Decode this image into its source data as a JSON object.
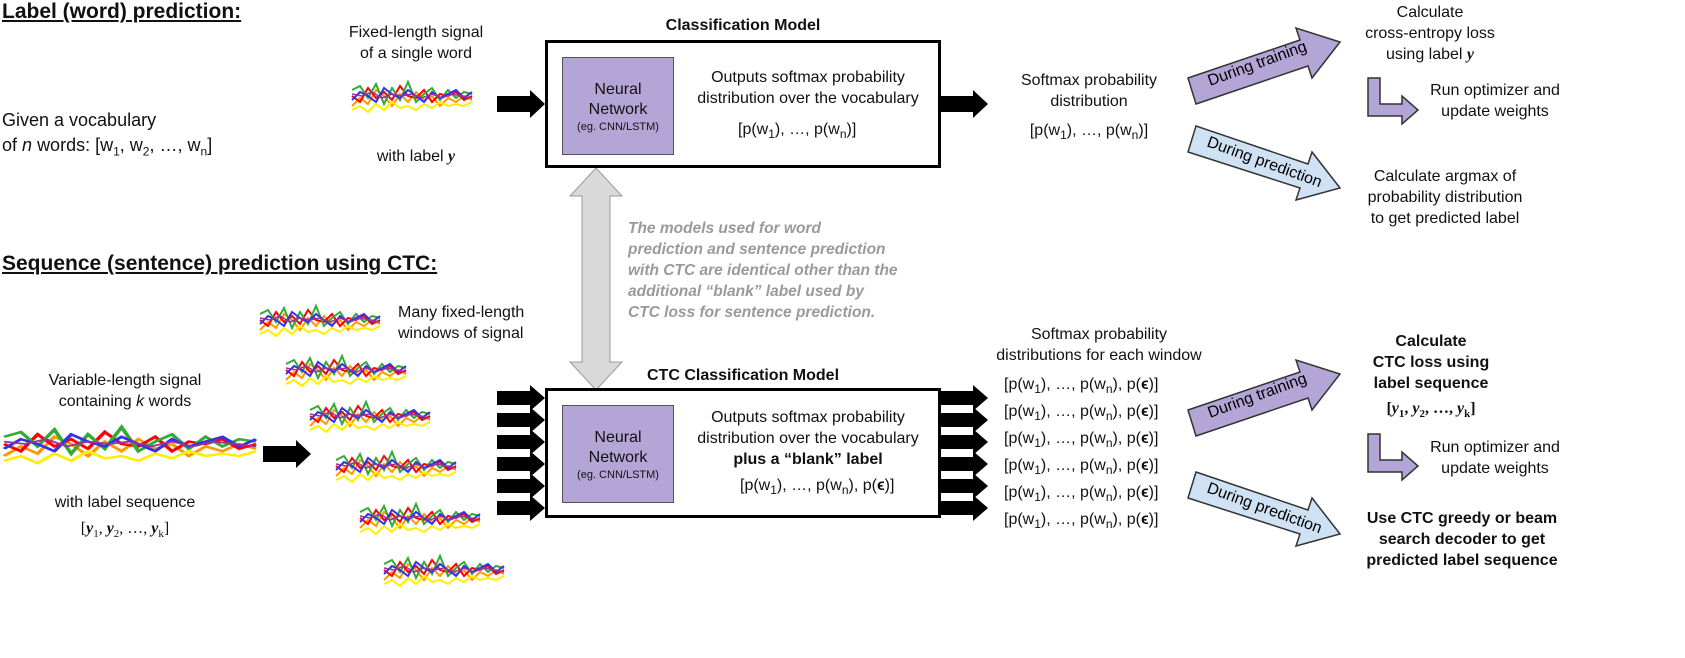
{
  "top": {
    "heading": "Label (word) prediction:",
    "vocab_line1": "Given a vocabulary",
    "vocab_line2_pre": "of",
    "vocab_line2_n": "n",
    "vocab_line2_post": "words: [w",
    "vocab_line2_rest": ", w",
    "vocab_line2_end": ", …, w",
    "vocab_close": "]",
    "sub_1": "1",
    "sub_2": "2",
    "sub_n": "n",
    "signal_line1": "Fixed-length signal",
    "signal_line2": "of a single word",
    "with_label": "with label",
    "label_var": "y",
    "model_title": "Classification Model",
    "nn_line1": "Neural",
    "nn_line2": "Network",
    "nn_small": "(eg. CNN/LSTM)",
    "outputs_line1": "Outputs softmax probability",
    "outputs_line2": "distribution over the vocabulary",
    "prob_vec_a": "[p(w",
    "prob_vec_b": "), …, p(w",
    "prob_vec_c": ")]",
    "softmax_line1": "Softmax probability",
    "softmax_line2": "distribution",
    "during_training": "During training",
    "during_prediction": "During prediction",
    "ce_line1": "Calculate",
    "ce_line2": "cross-entropy loss",
    "ce_line3": "using label",
    "opt_line1": "Run optimizer and",
    "opt_line2": "update weights",
    "argmax_line1": "Calculate argmax of",
    "argmax_line2": "probability distribution",
    "argmax_line3": "to get predicted label"
  },
  "note": {
    "line1": "The models used for word",
    "line2": "prediction and sentence prediction",
    "line3": "with CTC are identical other than the",
    "line4": "additional “blank” label used by",
    "line5": "CTC loss for sentence prediction."
  },
  "bottom": {
    "heading": "Sequence (sentence) prediction using CTC:",
    "var_line1": "Variable-length signal",
    "var_line2_pre": "containing",
    "var_k": "k",
    "var_line2_post": "words",
    "with_label_seq": "with label sequence",
    "windows_line1": "Many fixed-length",
    "windows_line2": "windows of signal",
    "model_title": "CTC Classification Model",
    "nn_line1": "Neural",
    "nn_line2": "Network",
    "nn_small": "(eg. CNN/LSTM)",
    "outputs_line1": "Outputs softmax probability",
    "outputs_line2": "distribution over the vocabulary",
    "outputs_line3": "plus a “blank” label",
    "prob_vec_a": "[p(w",
    "prob_vec_b": "), …, p(w",
    "prob_vec_c": "), p(",
    "prob_vec_d": ")]",
    "eps": "ϵ",
    "softmax_line1": "Softmax probability",
    "softmax_line2": "distributions for each window",
    "during_training": "During training",
    "during_prediction": "During prediction",
    "ctc_line1": "Calculate",
    "ctc_line2": "CTC loss using",
    "ctc_line3": "label sequence",
    "opt_line1": "Run optimizer and",
    "opt_line2": "update weights",
    "dec_line1": "Use CTC greedy or beam",
    "dec_line2": "search decoder to get",
    "dec_line3": "predicted label sequence"
  },
  "colors": {
    "nn_fill": "#b3a5d6",
    "training_arrow": "#b3a5d6",
    "prediction_arrow": "#cfe2f3",
    "pink_arrow": "#d5a6bd",
    "double_arrow": "#d9d9d9",
    "note_text": "#9a9a9a"
  }
}
